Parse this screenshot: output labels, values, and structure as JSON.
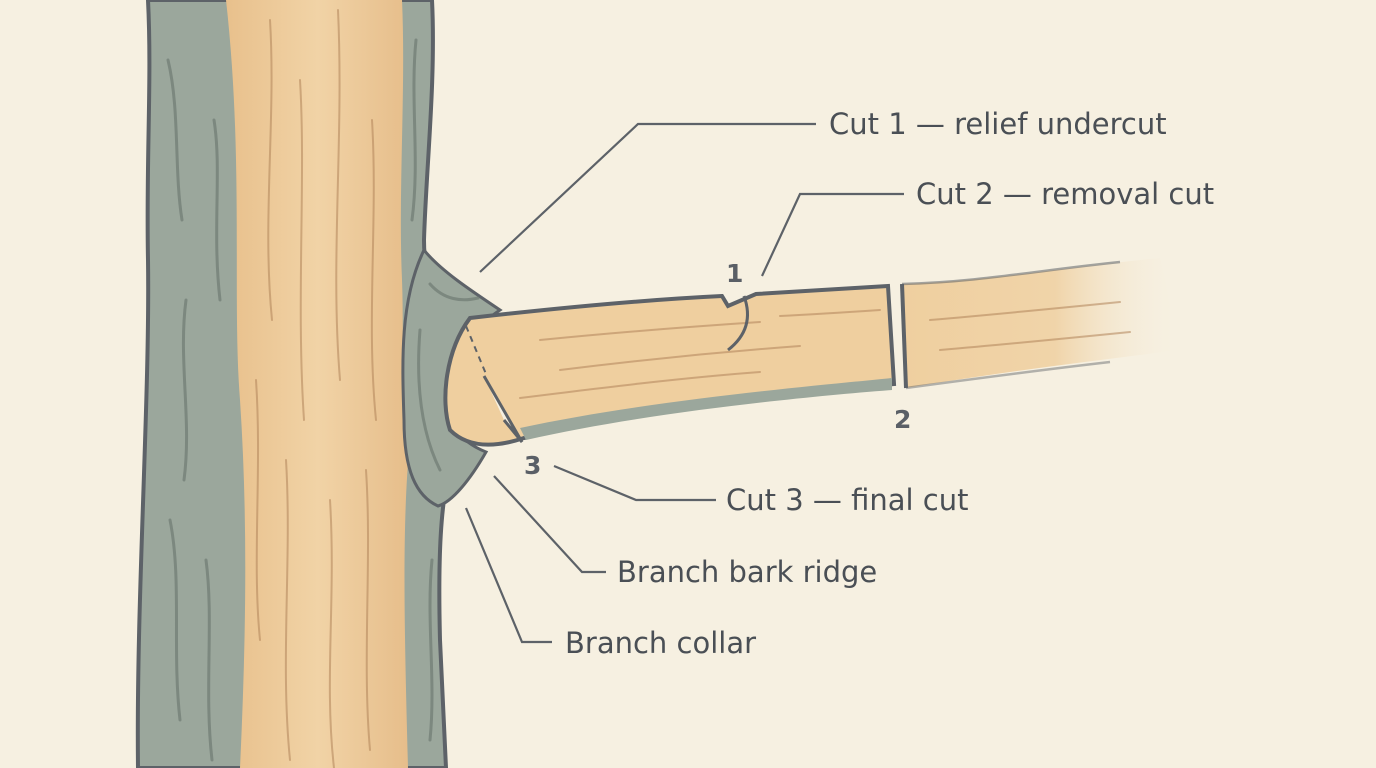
{
  "labels": {
    "cut1": "Cut 1 — relief undercut",
    "cut2": "Cut 2 — removal cut",
    "cut3": "Cut 3 — final cut",
    "bark_ridge": "Branch bark ridge",
    "collar": "Branch collar"
  },
  "markers": {
    "m1": "1",
    "m2": "2",
    "m3": "3"
  },
  "colors": {
    "background": "#f6f0e1",
    "wood": "#efcf9f",
    "bark": "#9aa79c",
    "outline": "#5d6268"
  }
}
